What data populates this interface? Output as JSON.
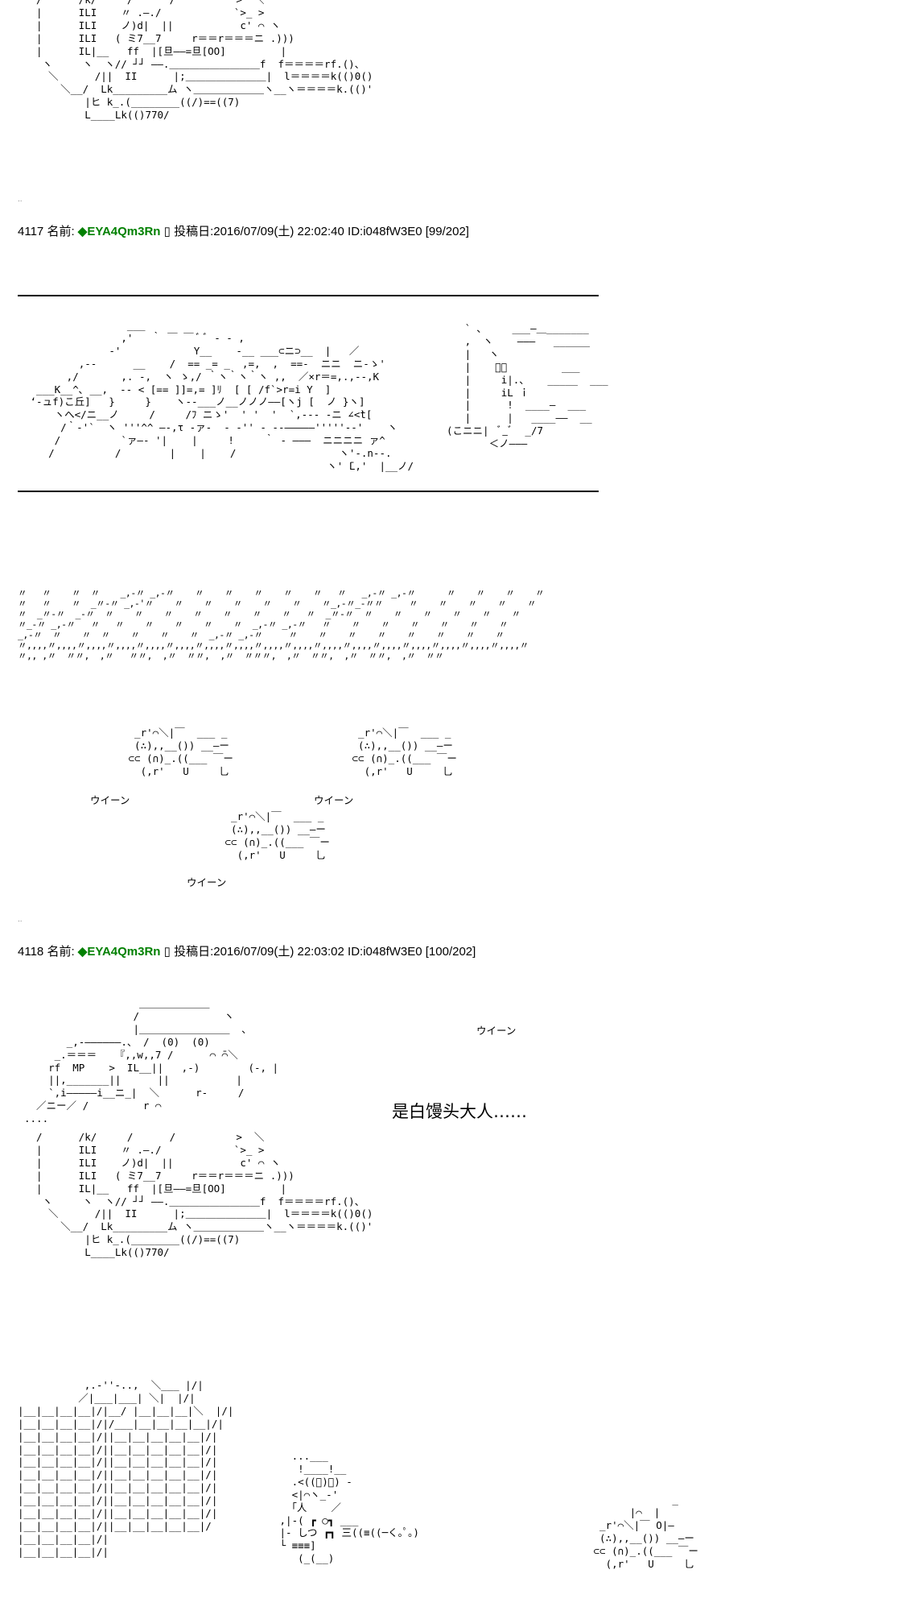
{
  "posts": [
    {
      "number": "4117",
      "name_label": "名前:",
      "trip": "◆EYA4Qm3Rn",
      "date_label": "投稿日:",
      "date": "2016/07/09(土) 22:02:40",
      "id": "ID:i048fW3E0",
      "count": "[99/202]"
    },
    {
      "number": "4118",
      "name_label": "名前:",
      "trip": "◆EYA4Qm3Rn",
      "date_label": "投稿日:",
      "date": "2016/07/09(土) 22:03:02",
      "id": "ID:i048fW3E0",
      "count": "[100/202]"
    }
  ],
  "separator": "..",
  "art": {
    "robot_top": "/      /k/     /      /          >  ＼\n|      ILI    〃 .―./            `>_ >\n|      ILI    ノ)d|  ||           c' ⌒ ヽ\n|      ILI   ( ミ7__7     r＝＝r＝＝＝ニ .)))\n|      IL|__   ff  |[旦――=旦[OO]         |\n ヽ     ヽ  ヽ// ┘┘ ――.＿＿＿＿＿＿＿＿＿f  f＝＝＝＝rf.()、\n  ＼      /||  II      |;＿＿＿＿＿＿＿＿|  l＝＝＝＝k(()0()\n    ＼__/  Lk_________ム ヽ＿＿＿＿＿＿＿ヽ__ヽ＝＝＝＝k.(()'\n        |ヒ k_.(________((/)==((7)\n        L____Lk(()770/",
    "robot_bottom": "/      /k/     /      /          >  ＼\n|      ILI    〃 .―./            `>_ >\n|      ILI    ノ)d|  ||           c' ⌒ ヽ\n|      ILI   ( ミ7__7     r＝＝r＝＝＝ニ .)))\n|      IL|__   ff  |[旦――=旦[OO]         |\n ヽ     ヽ  ヽ// ┘┘ ――.＿＿＿＿＿＿＿＿＿f  f＝＝＝＝rf.()、\n  ＼      /||  II      |;＿＿＿＿＿＿＿＿|  l＝＝＝＝k(()0()\n    ＼__/  Lk_________ム ヽ＿＿＿＿＿＿＿ヽ__ヽ＝＝＝＝k.(()'\n        |ヒ k_.(________((/)==((7)\n        L____Lk(()770/",
    "robot_head": "                   ＿＿＿＿＿＿＿\n                  /              ヽ\n                  |＿＿＿＿＿＿＿＿＿  ､\n       _,-――――――.、 /  (0)  (0)\n     _.＝＝＝   『,,w,,7 /      ⌒ ̄⌒＼\n    rf  MP    >  IL__||   ,-)        (-, |\n    ||,_______||      ||           |\n    `,i―――――i__ニ_|  ＼      r-     /\n  ／ニー／ /         r ⌒\n....",
    "smoke": "                 ___\n                ,'   ｀ ￣ ￣ ﾞ ﾞ ‐ ‐ ,\n              -'            Y__    -__ ___⊂ニ⊃__  |   ／\n         ,--      __    /  == _= _  ,=,  ,  ==-  ニニ  ニ-ゝ'\n       ,/       ,. -,  ヽ ゝ,/ ｀ヽ｀ヽ｀ヽ ,,  ／×r＝=,.,--,K\n  ___K__^､ __,  ‐- < [== ]]=,= ]ﾘ  [ [ /f`>r=i Y  ]\n ‘-ュf)こ丘]   }     }    ヽ--___ノ__ノノノ――[ヽj [  ノ }ヽ]\n     ヽへ</ニ__ノ     /     /ﾌ ニゝ'  ' '  '  `,--- -ニ ∠<̀t[\n      /｀-'`  ヽ '''^^ ―-,τ -ァ-  - -'' - ‐-―――――'''''‐-'    ヽ\n     /          `ァ―‐ '|    |     !     ｀ ‐ ―――  ニニニニ ァ^\n    /          /        |    |    /                 ヽ'-.n--.\n                                                  ヽ' ̄L,'  |__ノ/",
    "shop": "   ` ､     ___―＿_______\n   ,  ヽ    ―――   ______\n   |   ヽ\n   |    ﾞ､         ___\n   |     i|.、   _____  ___\n   |     iL ｉ\n   |      !  ____―  ___\n   |      |   ____――  __\n(こニニ|  ﾞ_ﾞ  _/7\n       ＜ノ―――",
    "rain": "〃   〃    〃  〃    _,-〃 _,-〃    〃    〃    〃    〃    〃   〃   _,-〃 _,-〃      〃    〃    〃    〃\n〃   〃    〃  _〃-〃 _,-'〃    〃    〃    〃    〃    〃    〃_,-〃_-〃〃     〃    〃    〃    〃    〃\n〃  _〃-〃  _-〃  〃    〃    〃    〃    〃    〃    〃   〃  _〃-〃  〃    〃    〃    〃    〃    〃\n〃_-〃 _,-〃   〃   〃    〃    〃    〃    〃  _,-〃 _,-〃   〃    〃    〃    〃    〃    〃    〃\n_,-〃  〃    〃  〃    〃    〃    〃  _,-〃 _,-〃     〃    〃    〃    〃    〃    〃    〃    〃\n〃,,,,〃,,,,〃,,,,〃,,,,〃,,,,〃,,,,〃,,,,〃,,,,〃,,,,〃,,,,〃,,,,〃,,,,〃,,,,〃,,,,〃,,,,〃,,,,〃,,,,〃\n〃,, ,〃  〃〃,  ,〃   〃〃,  ,〃  〃〃,  ,〃  〃〃〃,  ,〃  〃〃,  ,〃  〃〃,  ,〃  〃〃",
    "manju_a": "  _r'⌒＼|￣  ___ _\n  (∴),,__()) __―ー\n ⊂⊂ (∩)_.((___ ￣ー\n   (,r'   U     乚",
    "manju_b": "  _r'⌒＼|￣  ___ _\n  (∴),,__()) __―ー\n ⊂⊂ (∩)_.((___ ￣ー\n   (,r'   U     乚",
    "manju_c": "  _r'⌒＼|￣  ___ _\n  (∴),,__()) __―ー\n ⊂⊂ (∩)_.((___ ￣ー\n   (,r'   U     乚",
    "manju_d": "              _\n       |⌒  |\n  _r'⌒＼|￣ O|―\n  (∴),,__()) __―ー\n ⊂⊂ (∩)_.((___ ￣ー\n   (,r'   U     乚",
    "building": "           ,.-''-..,  ＼___ |/|\n          ／|___|___| ＼|  |/|\n|__|__|__|__|/|__/ |__|__|__|＼  |/|\n|__|__|__|__|/|/___|__|__|__|__|/|\n|__|__|__|__|/||__|__|__|__|__|/|\n|__|__|__|__|/||__|__|__|__|__|/|\n|__|__|__|__|/||__|__|__|__|__|/|\n|__|__|__|__|/||__|__|__|__|__|/|\n|__|__|__|__|/||__|__|__|__|__|/|\n|__|__|__|__|/||__|__|__|__|__|/|\n|__|__|__|__|/||__|__|__|__|__|/|\n|__|__|__|__|/||__|__|__|__|__|/\n|__|__|__|__|/|\n|__|__|__|__|/|",
    "spray": "   ...___\n    !____!__\n   .<((ﾟ)ﾟ) -\n   <|⌒ヽ_-'\n   ｢人    ／\n ,|-( ┏ ○┓ ___\n |- しつ ┏┓ 三((≡((─く｡ﾟ｡)\n └ ≡≡≡]\n    (_(__)"
  },
  "sfx": [
    "ウイーン",
    "ウイーン",
    "ウイーン",
    "ウイーン"
  ],
  "caption": "是白馒头大人……"
}
